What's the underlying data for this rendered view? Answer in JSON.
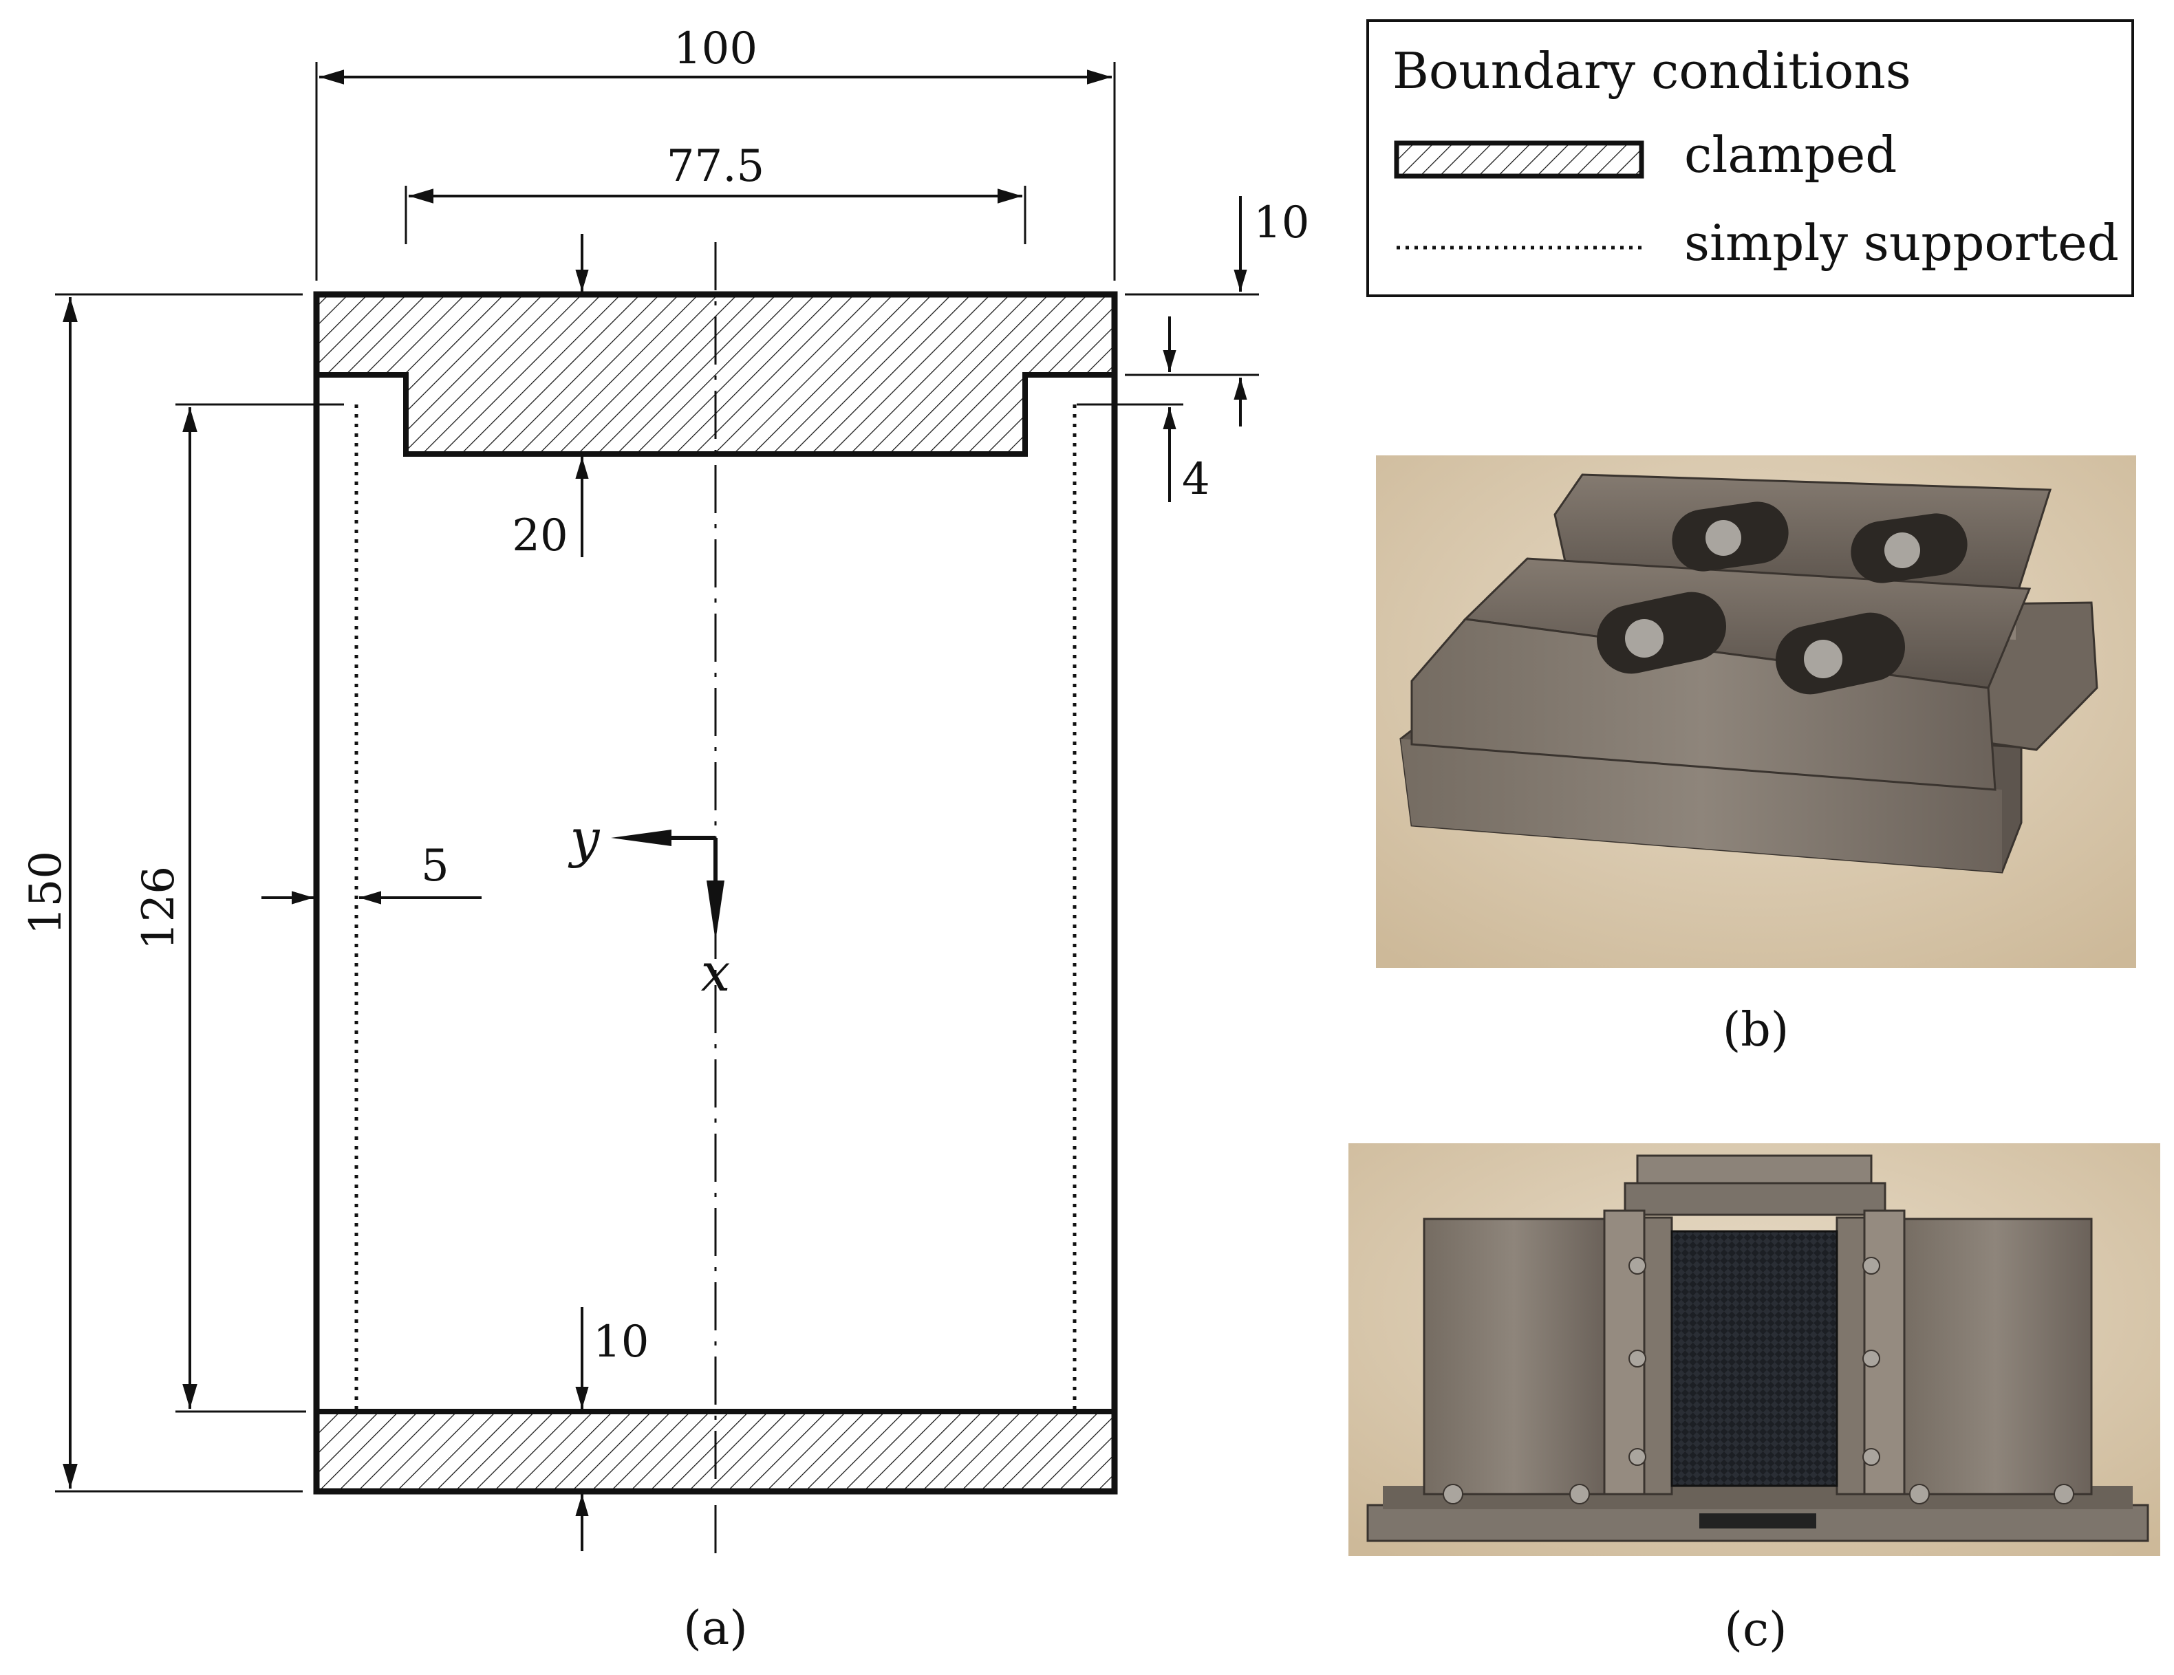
{
  "dimensions": {
    "width_total": "100",
    "width_inner": "77.5",
    "height_total": "150",
    "height_supported": "126",
    "top_clamp_outer": "10",
    "top_clamp_step": "4",
    "top_clamp_inner": "20",
    "bottom_clamp": "10",
    "edge_offset": "5"
  },
  "axes": {
    "x": "x",
    "y": "y"
  },
  "legend": {
    "title": "Boundary conditions",
    "clamped": "clamped",
    "simply_supported": "simply supported"
  },
  "captions": {
    "a": "(a)",
    "b": "(b)",
    "c": "(c)"
  },
  "colors": {
    "line": "#111111",
    "photo_background": "#d9c8ad",
    "steel": "#6b645c",
    "carbon": "#1c1f24"
  }
}
